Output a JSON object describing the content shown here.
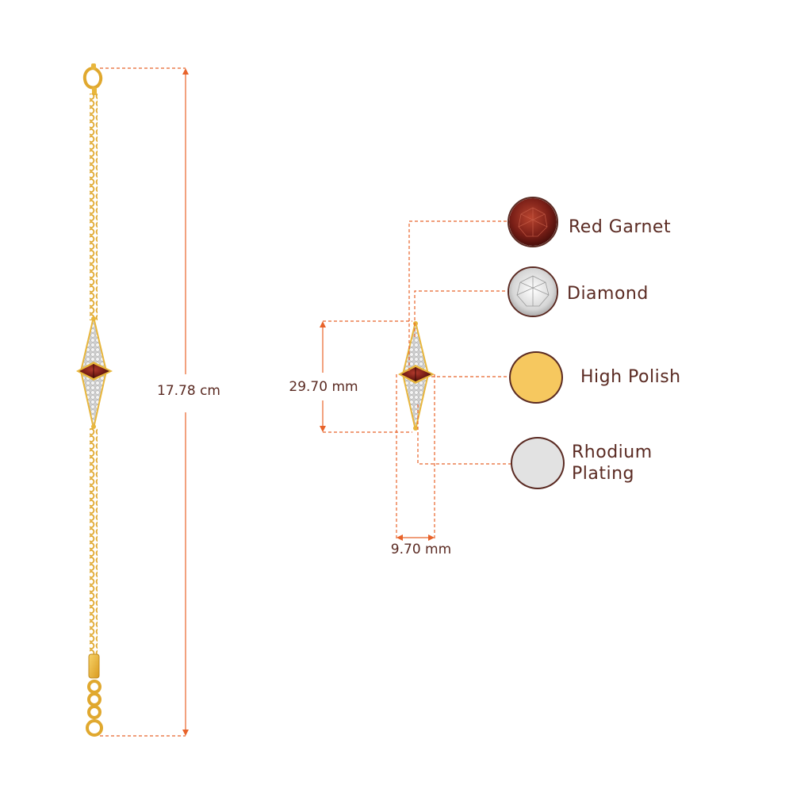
{
  "dimensions": {
    "length": "17.78 cm",
    "height": "29.70 mm",
    "width": "9.70 mm"
  },
  "legend": [
    {
      "label": "Red Garnet",
      "icon": "red-garnet-gem-icon",
      "color": "#7a1f17"
    },
    {
      "label": "Diamond",
      "icon": "diamond-gem-icon",
      "color": "#e6e6e6"
    },
    {
      "label": "High Polish",
      "icon": "high-polish-swatch-icon",
      "color": "#f6c85f"
    },
    {
      "label": "Rhodium Plating",
      "icon": "rhodium-plating-swatch-icon",
      "color": "#e2e2e2"
    }
  ],
  "colors": {
    "dimension_line": "#e8632a",
    "text": "#5a2a22",
    "gold": "#e8b63c",
    "garnet": "#7a1f17"
  }
}
